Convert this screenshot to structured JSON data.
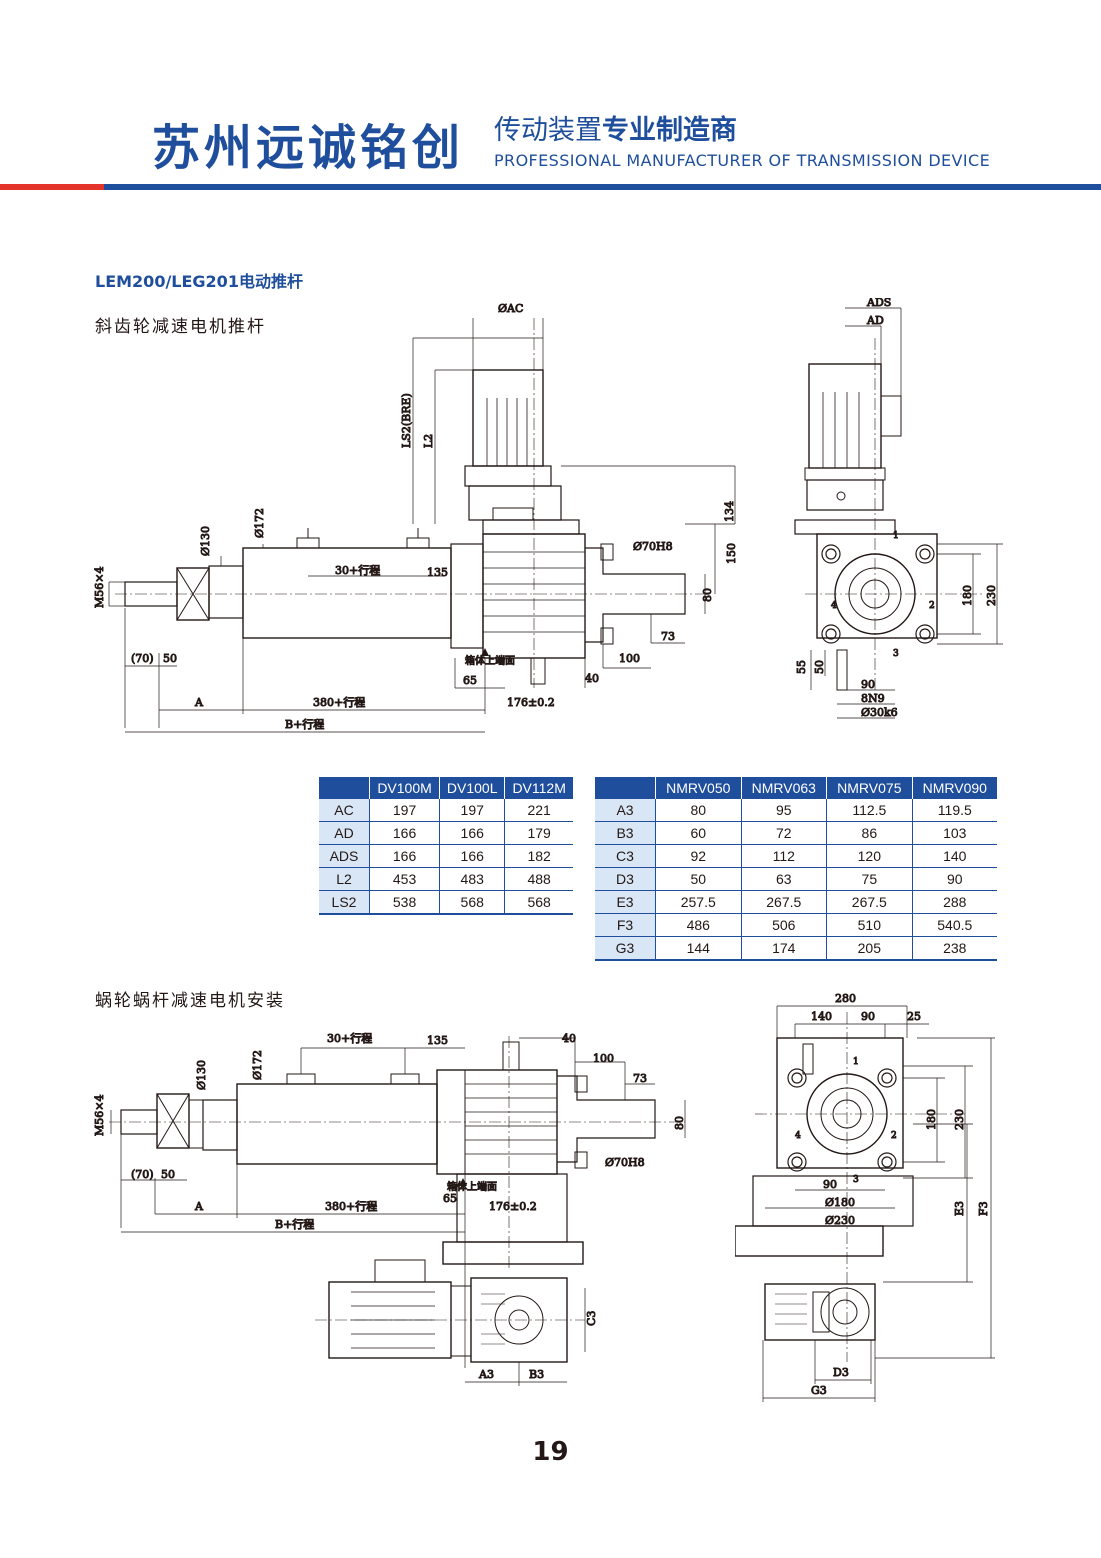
{
  "header": {
    "brand": "苏州远诚铭创",
    "tagline_cn_normal": "传动装置",
    "tagline_cn_bold": "专业制造商",
    "tagline_en": "PROFESSIONAL MANUFACTURER OF TRANSMISSION DEVICE",
    "colors": {
      "brand_blue": "#1f4e9c",
      "accent_red": "#e3342b"
    }
  },
  "section_title": "LEM200/LEG201电动推杆",
  "subtitle_1": "斜齿轮减速电机推杆",
  "subtitle_2": "蜗轮蜗杆减速电机安装",
  "drawing1": {
    "labels": {
      "oac": "ØAC",
      "ls2": "LS2(BRE)",
      "l2": "L2",
      "d134": "134",
      "d150": "150",
      "d70h8": "Ø70H8",
      "d80": "80",
      "d73": "73",
      "d100": "100",
      "d40": "40",
      "d65": "65",
      "d135": "135",
      "stroke30": "30+行程",
      "d172": "Ø172",
      "d130": "Ø130",
      "m56": "M56×4",
      "d70": "(70)",
      "d50": "50",
      "a": "A",
      "stroke380": "380+行程",
      "tol176": "176±0.2",
      "bstroke": "B+行程",
      "box_top": "箱体上端面"
    }
  },
  "drawing2": {
    "labels": {
      "ads": "ADS",
      "ad": "AD",
      "d180": "180",
      "d230": "230",
      "d55": "55",
      "d50": "50",
      "d90": "90",
      "key": "8N9",
      "shaft": "Ø30k6",
      "p1": "1",
      "p2": "2",
      "p3": "3",
      "p4": "4"
    }
  },
  "drawing3": {
    "labels": {
      "stroke30": "30+行程",
      "d135": "135",
      "d40": "40",
      "d100": "100",
      "d73": "73",
      "d80": "80",
      "d70h8": "Ø70H8",
      "d172": "Ø172",
      "d130": "Ø130",
      "m56": "M56×4",
      "d70": "(70)",
      "d50": "50",
      "box_top": "箱体上端面",
      "d65": "65",
      "a": "A",
      "stroke380": "380+行程",
      "tol176": "176±0.2",
      "bstroke": "B+行程",
      "c3": "C3",
      "a3": "A3",
      "b3": "B3"
    }
  },
  "drawing4": {
    "labels": {
      "d280": "280",
      "d140": "140",
      "d90": "90",
      "d25": "25",
      "d180": "180",
      "d230": "230",
      "d90b": "90",
      "d180d": "Ø180",
      "d230d": "Ø230",
      "e3": "E3",
      "f3": "F3",
      "d3": "D3",
      "g3": "G3",
      "p1": "1",
      "p2": "2",
      "p3": "3",
      "p4": "4"
    }
  },
  "table_motor": {
    "headers": [
      "",
      "DV100M",
      "DV100L",
      "DV112M"
    ],
    "rows": [
      [
        "AC",
        "197",
        "197",
        "221"
      ],
      [
        "AD",
        "166",
        "166",
        "179"
      ],
      [
        "ADS",
        "166",
        "166",
        "182"
      ],
      [
        "L2",
        "453",
        "483",
        "488"
      ],
      [
        "LS2",
        "538",
        "568",
        "568"
      ]
    ]
  },
  "table_worm": {
    "headers": [
      "",
      "NMRV050",
      "NMRV063",
      "NMRV075",
      "NMRV090"
    ],
    "rows": [
      [
        "A3",
        "80",
        "95",
        "112.5",
        "119.5"
      ],
      [
        "B3",
        "60",
        "72",
        "86",
        "103"
      ],
      [
        "C3",
        "92",
        "112",
        "120",
        "140"
      ],
      [
        "D3",
        "50",
        "63",
        "75",
        "90"
      ],
      [
        "E3",
        "257.5",
        "267.5",
        "267.5",
        "288"
      ],
      [
        "F3",
        "486",
        "506",
        "510",
        "540.5"
      ],
      [
        "G3",
        "144",
        "174",
        "205",
        "238"
      ]
    ]
  },
  "page_number": "19"
}
